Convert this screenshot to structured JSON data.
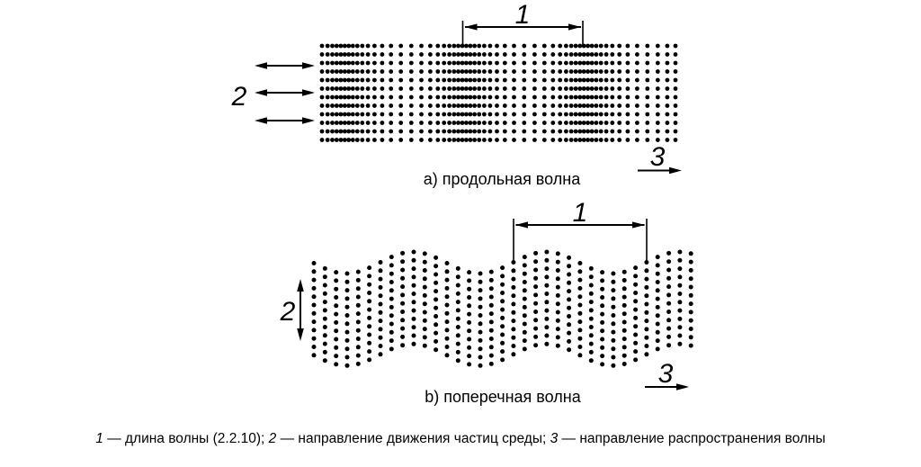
{
  "figure": {
    "captions": {
      "longitudinal": "а) продольная волна",
      "transverse": "b) поперечная волна"
    },
    "labels": {
      "wavelength": "1",
      "particle_motion": "2",
      "propagation": "3"
    }
  },
  "legend": {
    "entries": [
      {
        "num": "1",
        "text": " — длина волны (2.2.10); "
      },
      {
        "num": "2",
        "text": " — направление движения частиц среды; "
      },
      {
        "num": "3",
        "text": " — направление распространения волны"
      }
    ]
  },
  "diagram_data": {
    "colors": {
      "ink": "#000000",
      "background": "#ffffff"
    },
    "longitudinal_wave": {
      "type": "longitudinal-dot-lattice",
      "xStart": 358,
      "xEnd": 757,
      "yTop": 51,
      "rows": 12,
      "rowSpacing": 9.5,
      "baseSpacing": 8.0,
      "modulationDepth": 0.45,
      "wavelength": 134,
      "compressionX": 514,
      "dotRadius": 2.4
    },
    "transverse_wave": {
      "type": "transverse-dot-lattice",
      "xStart": 349,
      "cols": 35,
      "colSpacing": 12.33,
      "rows": 12,
      "rowSpacing": 9.3,
      "yBase": 292,
      "amplitude": 12,
      "wavelength": 148,
      "crestX": 607,
      "dotRadius": 2.5
    }
  }
}
